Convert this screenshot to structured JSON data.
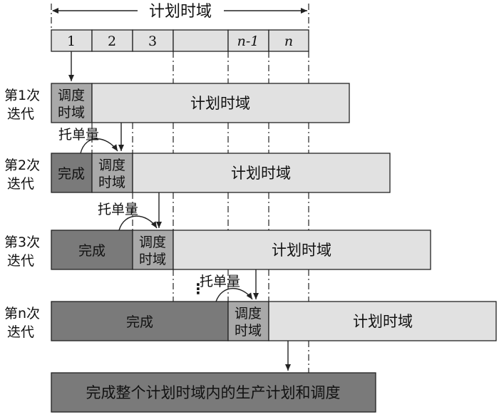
{
  "colors": {
    "background": "#ffffff",
    "light_box": "#e1e1e1",
    "mid_box": "#a9a9a9",
    "dark_box": "#7a7a7a",
    "stroke": "#222222"
  },
  "header": {
    "span_label": "计划时域",
    "segments": [
      "1",
      "2",
      "3",
      "",
      "n-1",
      "n"
    ]
  },
  "iterations": [
    {
      "label_line1": "第1次",
      "label_line2": "迭代",
      "done": "",
      "sched_line1": "调度",
      "sched_line2": "时域",
      "plan": "计划时域",
      "tuodanliang": ""
    },
    {
      "label_line1": "第2次",
      "label_line2": "迭代",
      "done": "完成",
      "sched_line1": "调度",
      "sched_line2": "时域",
      "plan": "计划时域",
      "tuodanliang": "托单量"
    },
    {
      "label_line1": "第3次",
      "label_line2": "迭代",
      "done": "完成",
      "sched_line1": "调度",
      "sched_line2": "时域",
      "plan": "计划时域",
      "tuodanliang": "托单量"
    },
    {
      "label_line1": "第n次",
      "label_line2": "迭代",
      "done": "完成",
      "sched_line1": "调度",
      "sched_line2": "时域",
      "plan": "计划时域",
      "tuodanliang": "托单量"
    }
  ],
  "ellipsis": "⋮",
  "final": "完成整个计划时域内的生产计划和调度"
}
